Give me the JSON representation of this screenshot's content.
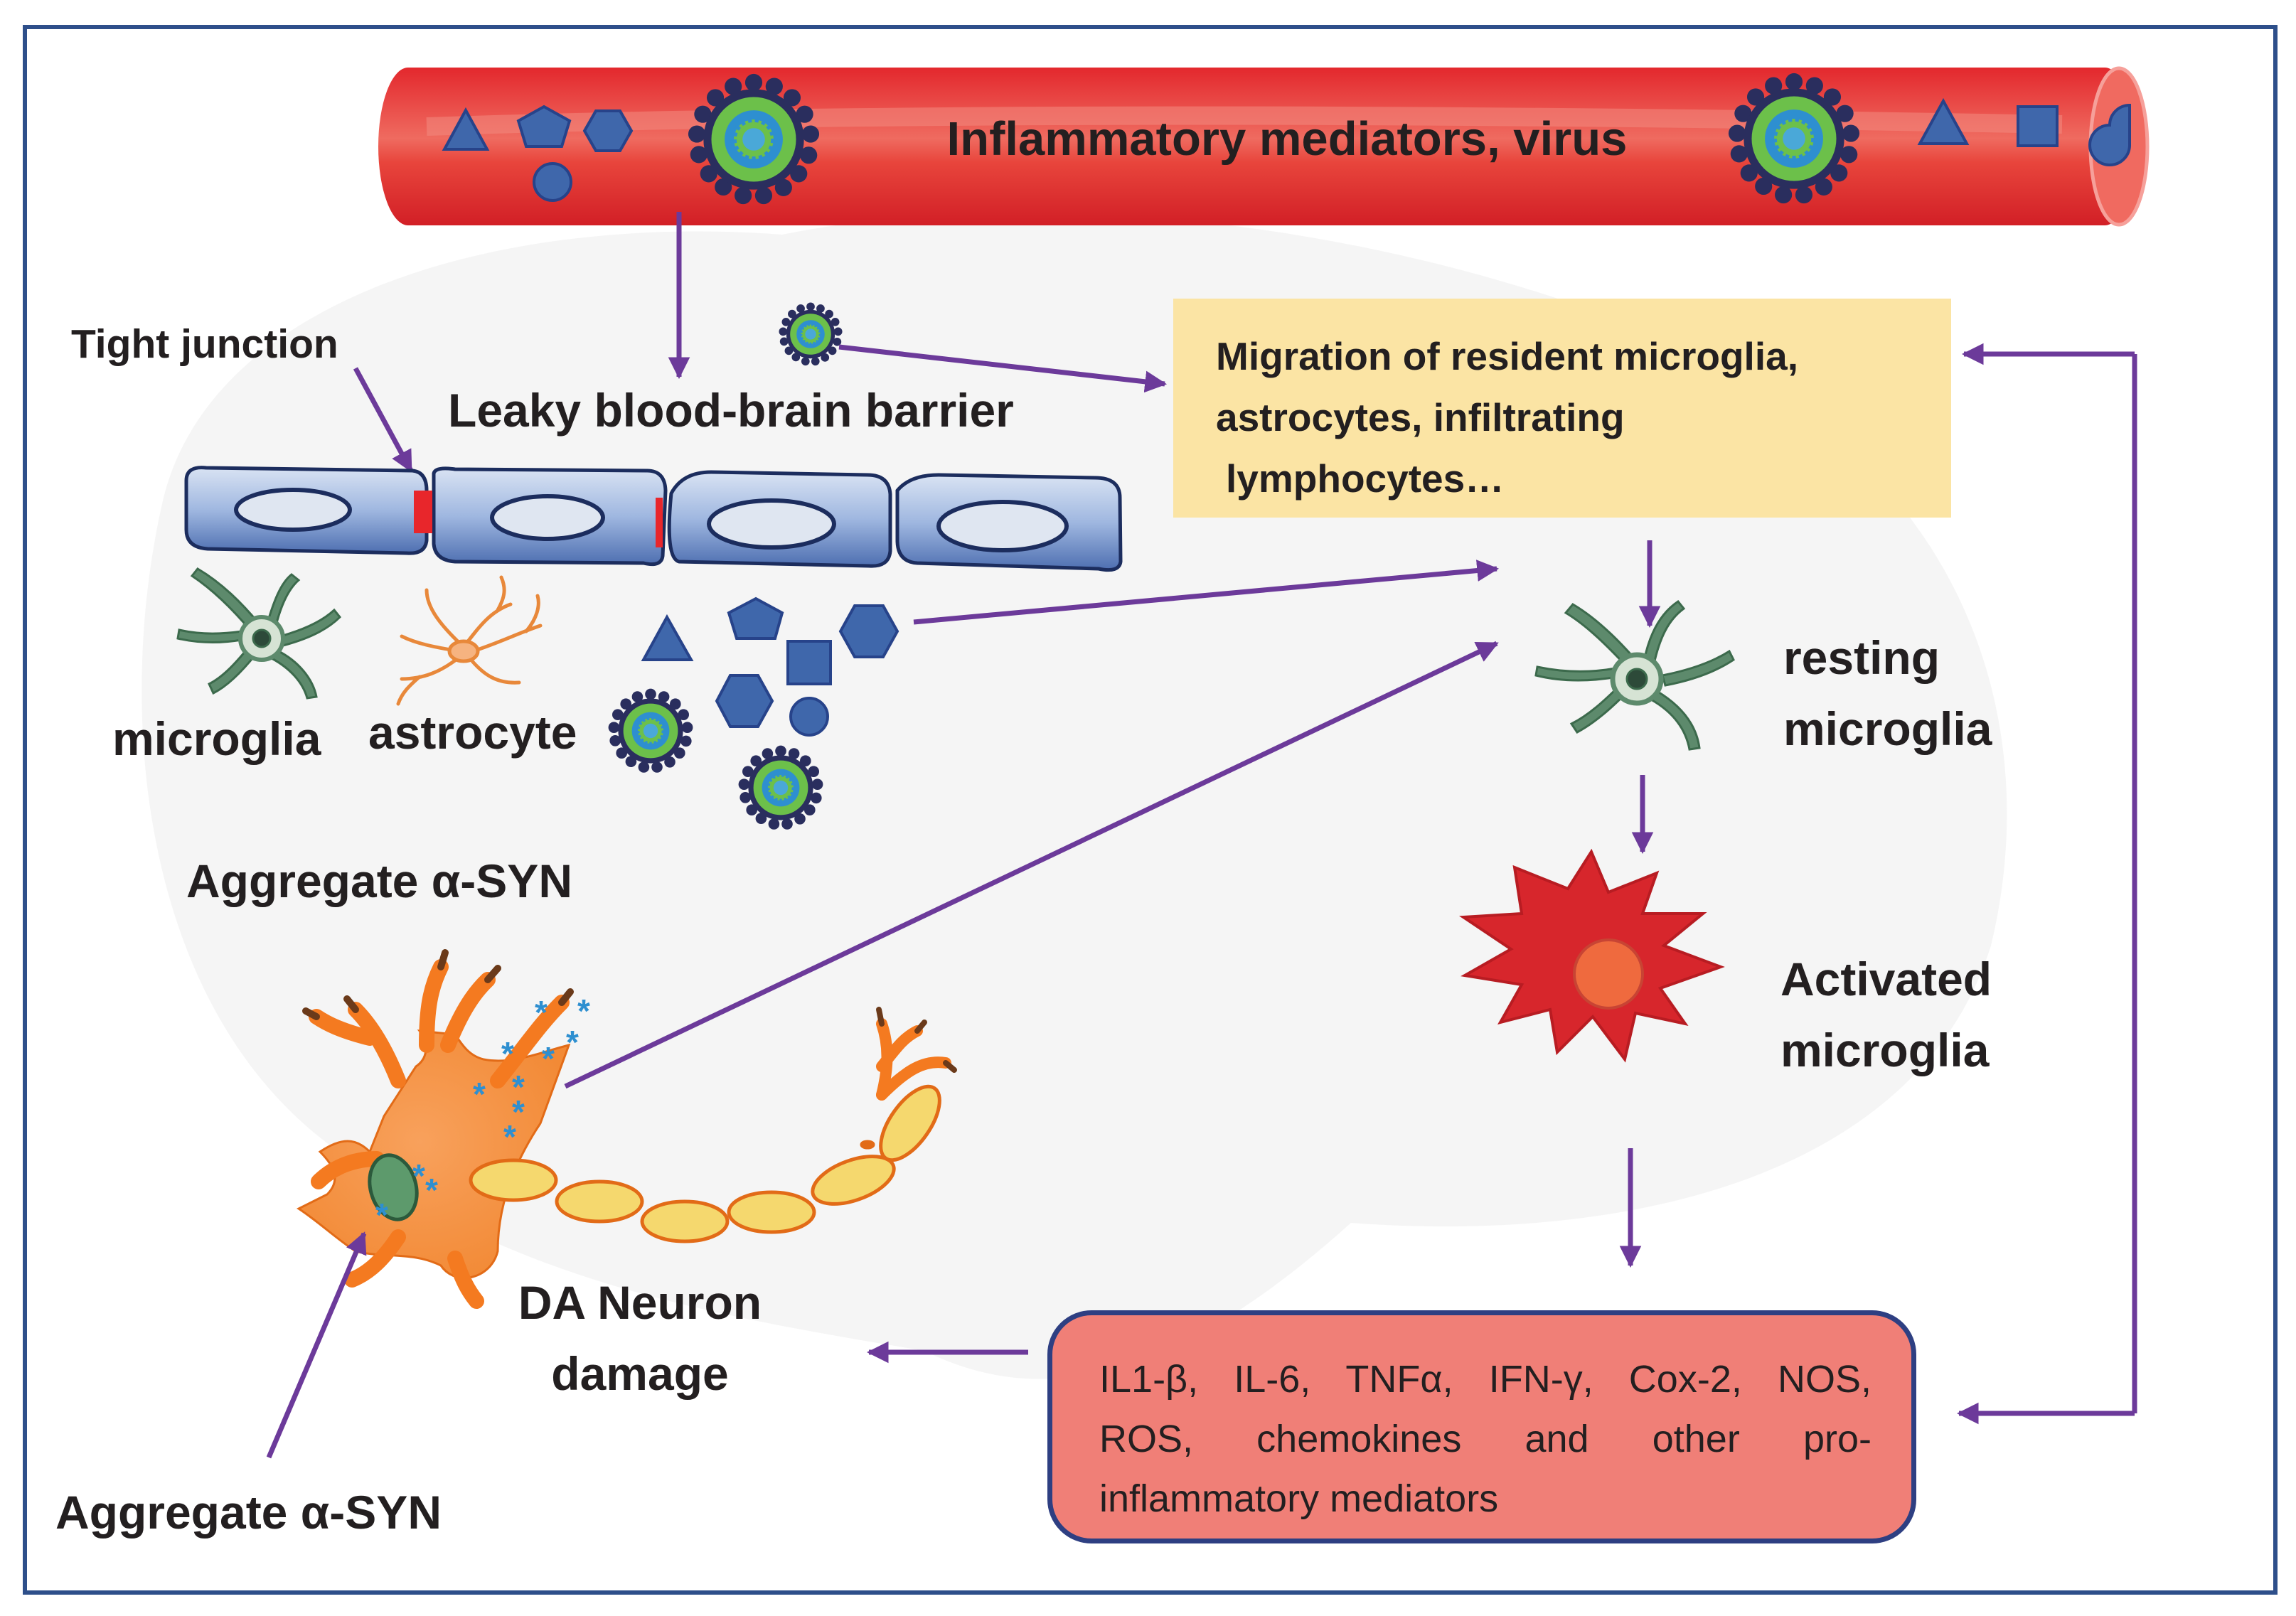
{
  "labels": {
    "blood_vessel": "Inflammatory mediators, virus",
    "tight_junction": "Tight junction",
    "leaky_bbb": "Leaky blood-brain barrier",
    "microglia": "microglia",
    "astrocyte": "astrocyte",
    "aggregate_syn_top": "Aggregate α-SYN",
    "resting_line1": "resting",
    "resting_line2": "microglia",
    "activated_line1": "Activated",
    "activated_line2": "microglia",
    "da_line1": "DA Neuron",
    "da_line2": "damage",
    "aggregate_syn_bottom": "Aggregate α-SYN"
  },
  "migration_box": {
    "line1": "Migration of resident microglia,",
    "line2": "astrocytes, infiltrating",
    "line3": "lymphocytes…"
  },
  "cytokine_box": {
    "line1": "IL1-β, IL-6, TNFα, IFN-γ, Cox-2, NOS,",
    "line2": "ROS, chemokines and other pro-",
    "line3": "inflammatory mediators"
  },
  "colors": {
    "frame": "#2e4f8a",
    "vessel": "#e3282d",
    "arrow": "#6c3a9a",
    "shape_fill": "#3f67ab",
    "virus_green": "#6cc04a",
    "virus_blue": "#2e8fd0",
    "virus_dark": "#2a2e5e",
    "migration_box": "#fbe4a4",
    "cytokine_box": "#f07f77",
    "activated_microglia": "#d7262c",
    "neuron_orange": "#f47a20",
    "axon_yellow": "#f5d86e",
    "microglia_green": "#5d8a6c",
    "astrocyte_orange": "#e8883a"
  }
}
